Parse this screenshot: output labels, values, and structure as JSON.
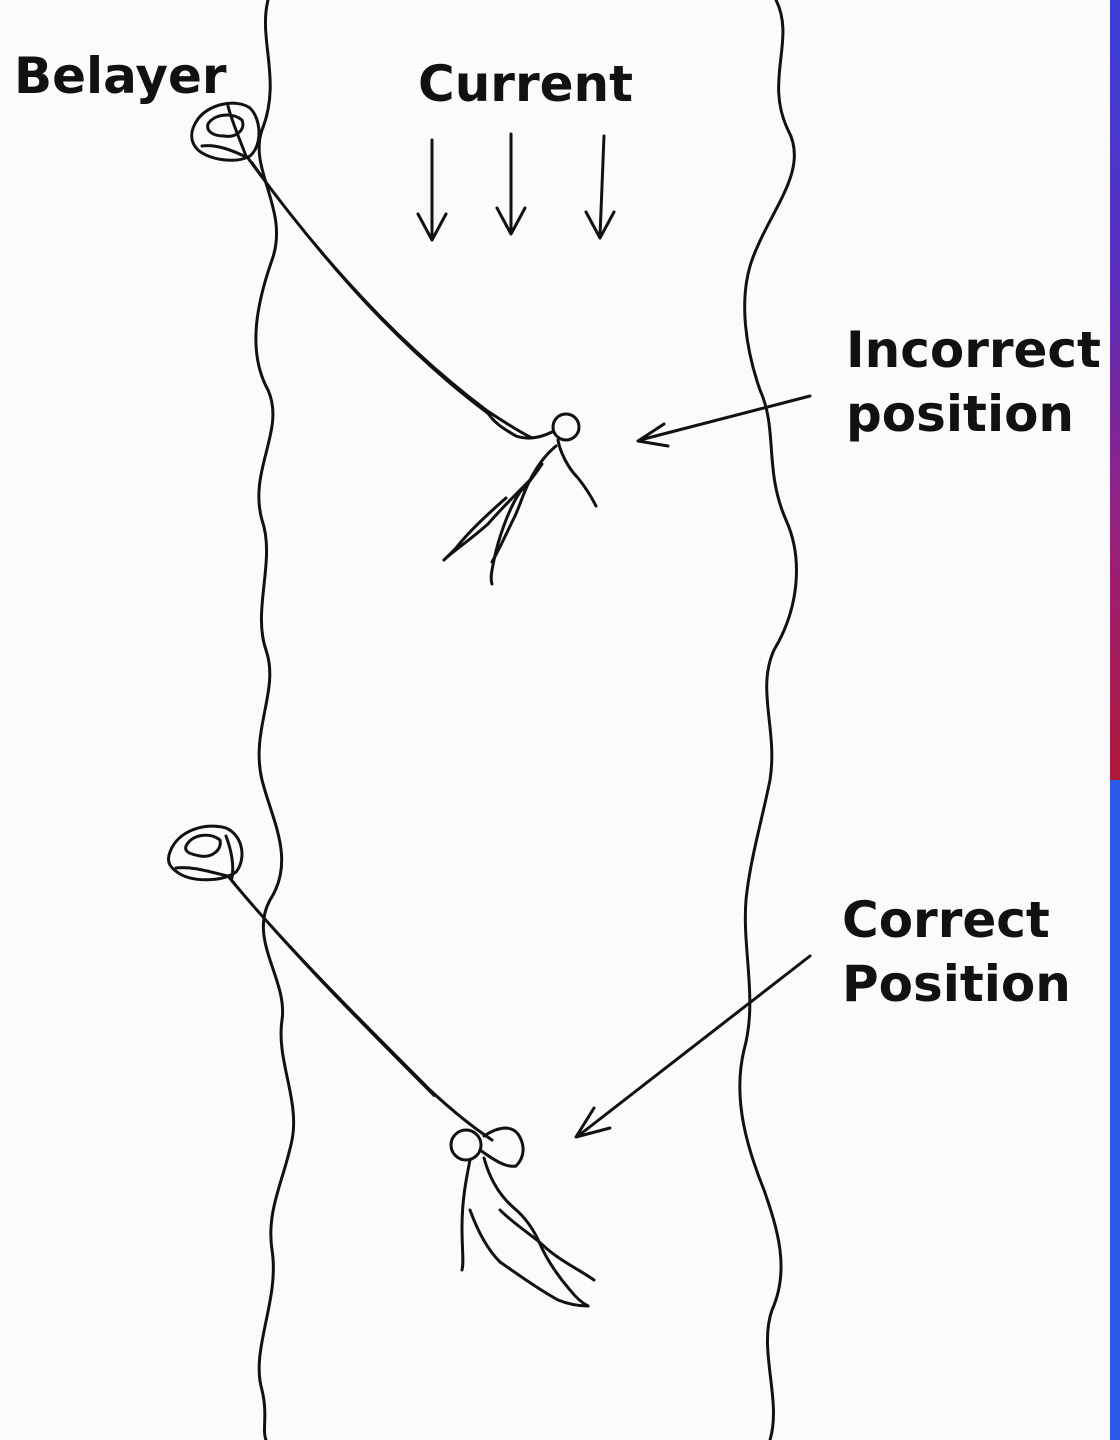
{
  "labels": {
    "belayer": "Belayer",
    "current": "Current",
    "incorrect": [
      "Incorrect",
      "position"
    ],
    "correct": [
      "Correct",
      "Position"
    ]
  },
  "colors": {
    "ink": "#111111",
    "paper": "#fbfbfb",
    "edge_top": "#3b3fd8",
    "edge_mid": "#b01a3a",
    "edge_bottom": "#2f5ae8"
  }
}
